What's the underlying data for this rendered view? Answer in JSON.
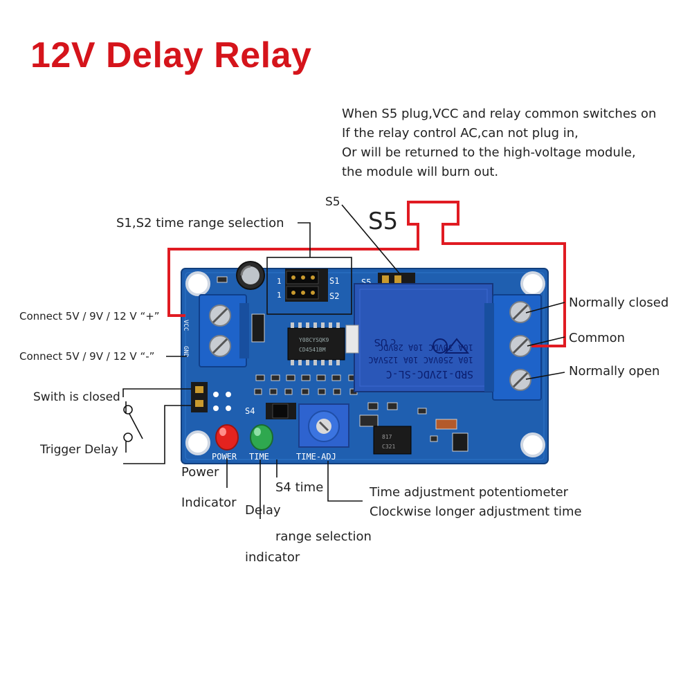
{
  "title": "12V Delay Relay",
  "warning_lines": [
    "When S5 plug,VCC and relay common switches on",
    "If the relay control AC,can not plug in,",
    "Or will be returned to the high-voltage module,",
    "the module will burn out."
  ],
  "labels": {
    "s5_small": "S5",
    "s5_big": "S5",
    "s1s2": "S1,S2 time range selection",
    "connect_plus": "Connect  5V / 9V / 12 V  “+”",
    "connect_minus": "Connect  5V / 9V / 12 V  “-”",
    "switch_closed": "Swith is closed",
    "trigger_delay": "Trigger Delay",
    "power": "Power",
    "indicator": "Indicator",
    "delay": "Delay",
    "indicator2": "indicator",
    "s4_time": "S4 time",
    "range_selection": "range selection",
    "time_adj_line1": "Time adjustment potentiometer",
    "time_adj_line2": "Clockwise longer adjustment time",
    "normally_closed": "Normally closed",
    "common": "Common",
    "normally_open": "Normally open"
  },
  "board": {
    "silk_s1": "S1",
    "silk_s2": "S2",
    "silk_s4": "S4",
    "silk_s5": "S5",
    "silk_power": "POWER",
    "silk_time": "TIME",
    "silk_time_adj": "TIME-ADJ",
    "relay_model": "SRD-12VDC-SL-C",
    "relay_line1": "10A 250VAC  10A 125VAC",
    "relay_line2": "10A 30VDC  10A 28VDC",
    "ic_text1": "Y08CYSQK9",
    "ic_text2": "CD4541BM"
  },
  "colors": {
    "title": "#d5141b",
    "wire_red": "#e01b22",
    "pcb": "#1f5fb0",
    "relay": "#2a57b8",
    "terminal": "#1e63c9",
    "led_power": "#e4231f",
    "led_time": "#2fa84f"
  }
}
